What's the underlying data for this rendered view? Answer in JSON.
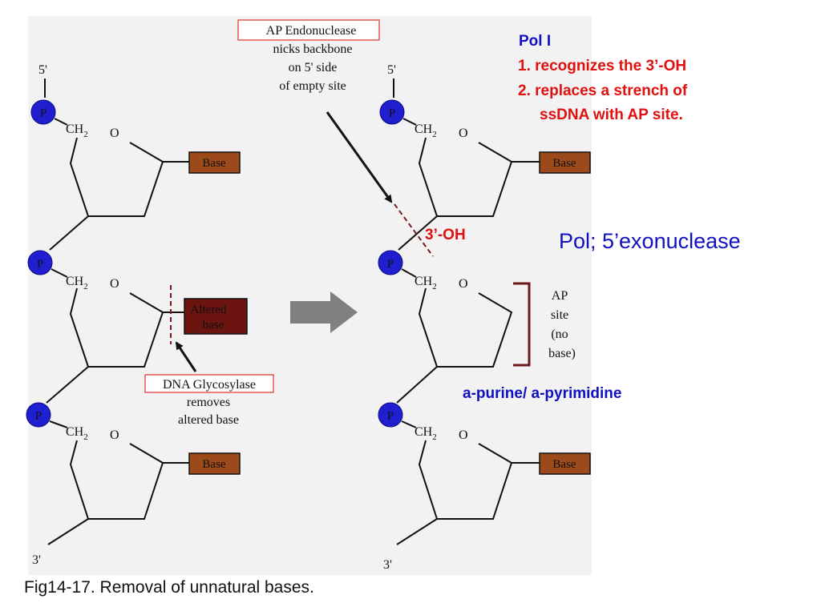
{
  "left_strand": {
    "top_end": "5'",
    "bottom_end": "3'",
    "units": [
      {
        "phosphate": "P",
        "sugar_carbon": "CH",
        "subscript": "2",
        "ring_oxygen": "O",
        "base_label": "Base",
        "base_color": "#9c4a1c"
      },
      {
        "phosphate": "P",
        "sugar_carbon": "CH",
        "subscript": "2",
        "ring_oxygen": "O",
        "base_label": "Altered base",
        "base_line1": "Altered",
        "base_line2": "base",
        "base_color": "#6b1410"
      },
      {
        "phosphate": "P",
        "sugar_carbon": "CH",
        "subscript": "2",
        "ring_oxygen": "O",
        "base_label": "Base",
        "base_color": "#9c4a1c"
      }
    ]
  },
  "right_strand": {
    "top_end": "5'",
    "bottom_end": "3'",
    "units": [
      {
        "phosphate": "P",
        "sugar_carbon": "CH",
        "subscript": "2",
        "ring_oxygen": "O",
        "base_label": "Base",
        "base_color": "#9c4a1c"
      },
      {
        "phosphate": "P",
        "sugar_carbon": "CH",
        "subscript": "2",
        "ring_oxygen": "O"
      },
      {
        "phosphate": "P",
        "sugar_carbon": "CH",
        "subscript": "2",
        "ring_oxygen": "O",
        "base_label": "Base",
        "base_color": "#9c4a1c"
      }
    ]
  },
  "glycosylase_label": {
    "boxed": "DNA Glycosylase",
    "line2": "removes",
    "line3": "altered base"
  },
  "endonuclease_label": {
    "boxed": "AP Endonuclease",
    "line2": "nicks backbone",
    "line3": "on 5' side",
    "line4": "of empty site"
  },
  "ap_site_label": {
    "line1": "AP",
    "line2": "site",
    "line3": "(no",
    "line4": "base)"
  },
  "annotations": {
    "pol_title": "Pol I",
    "pol_point1": "1. recognizes the 3’-OH",
    "pol_point2_line1": "2. replaces a strench of",
    "pol_point2_line2": "ssDNA with AP site.",
    "three_oh": "3’-OH",
    "exonuclease": "Pol; 5’exonuclease",
    "apurinic": "a-purine/ a-pyrimidine"
  },
  "caption": "Fig14-17. Removal of unnatural bases.",
  "colors": {
    "panel_bg": "#f2f2f2",
    "phosphate": "#1f1fd0",
    "base": "#9c4a1c",
    "altered_base": "#6b1410",
    "cut_line": "#7a1a1a",
    "label_box": "#e03030",
    "bracket": "#6b1a1a",
    "arrow": "#808080",
    "red_text": "#e01010",
    "blue_text": "#1010c0"
  }
}
